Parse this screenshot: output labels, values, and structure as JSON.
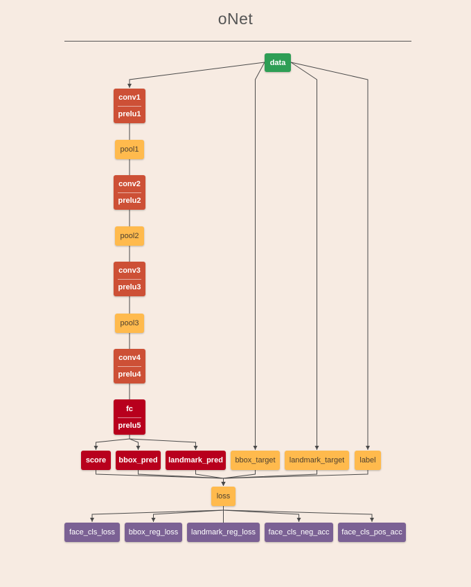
{
  "title": "oNet",
  "colors": {
    "data": "#2e9e55",
    "conv": "#cd5036",
    "fc": "#b8001d",
    "pool": "#ffba4d",
    "metric": "#7b6194",
    "edge": "#4a4a4a",
    "background": "#f7ebe2"
  },
  "nodes": {
    "data": "data",
    "conv1": "conv1",
    "prelu1": "prelu1",
    "pool1": "pool1",
    "conv2": "conv2",
    "prelu2": "prelu2",
    "pool2": "pool2",
    "conv3": "conv3",
    "prelu3": "prelu3",
    "pool3": "pool3",
    "conv4": "conv4",
    "prelu4": "prelu4",
    "fc": "fc",
    "prelu5": "prelu5",
    "score": "score",
    "bbox_pred": "bbox_pred",
    "landmark_pred": "landmark_pred",
    "bbox_target": "bbox_target",
    "landmark_target": "landmark_target",
    "label": "label",
    "loss": "loss",
    "face_cls_loss": "face_cls_loss",
    "bbox_reg_loss": "bbox_reg_loss",
    "landmark_reg_loss": "landmark_reg_loss",
    "face_cls_neg_acc": "face_cls_neg_acc",
    "face_cls_pos_acc": "face_cls_pos_acc"
  },
  "edges": [
    [
      "data",
      "conv1"
    ],
    [
      "data",
      "bbox_target"
    ],
    [
      "data",
      "landmark_target"
    ],
    [
      "data",
      "label"
    ],
    [
      "conv1",
      "pool1"
    ],
    [
      "pool1",
      "conv2"
    ],
    [
      "conv2",
      "pool2"
    ],
    [
      "pool2",
      "conv3"
    ],
    [
      "conv3",
      "pool3"
    ],
    [
      "pool3",
      "conv4"
    ],
    [
      "conv4",
      "fc"
    ],
    [
      "fc",
      "score"
    ],
    [
      "fc",
      "bbox_pred"
    ],
    [
      "fc",
      "landmark_pred"
    ],
    [
      "score",
      "loss"
    ],
    [
      "bbox_pred",
      "loss"
    ],
    [
      "landmark_pred",
      "loss"
    ],
    [
      "bbox_target",
      "loss"
    ],
    [
      "landmark_target",
      "loss"
    ],
    [
      "label",
      "loss"
    ],
    [
      "loss",
      "face_cls_loss"
    ],
    [
      "loss",
      "bbox_reg_loss"
    ],
    [
      "loss",
      "landmark_reg_loss"
    ],
    [
      "loss",
      "face_cls_neg_acc"
    ],
    [
      "loss",
      "face_cls_pos_acc"
    ]
  ]
}
